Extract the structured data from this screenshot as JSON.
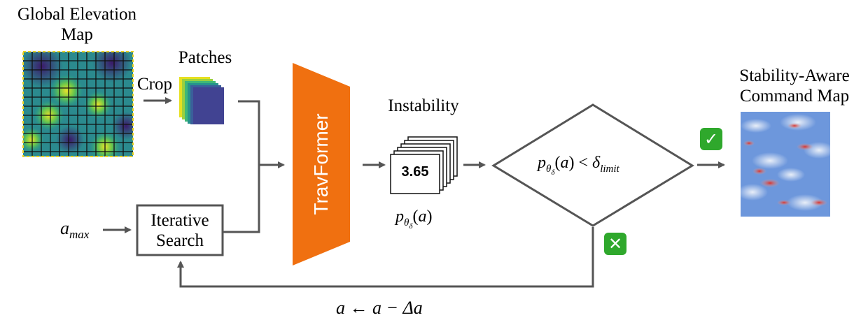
{
  "titles": {
    "global_map_line1": "Global Elevation",
    "global_map_line2": "Map",
    "patches": "Patches",
    "crop": "Crop",
    "instability": "Instability",
    "output_line1": "Stability-Aware",
    "output_line2": "Command Map"
  },
  "blocks": {
    "travformer": "TravFormer",
    "iterative_search_line1": "Iterative",
    "iterative_search_line2": "Search"
  },
  "math": {
    "a_max_base": "a",
    "a_max_sub": "max",
    "instability_value": "3.65",
    "p_theta_label": "p",
    "condition_rhs": "δ",
    "condition_sub": "limit",
    "update_rule": "a ← a − Δa"
  },
  "badges": {
    "accept_icon": "check-icon",
    "reject_icon": "cross-icon"
  },
  "colors": {
    "travformer": "#f07010",
    "arrow": "#555555",
    "badge": "#2fa82c"
  }
}
